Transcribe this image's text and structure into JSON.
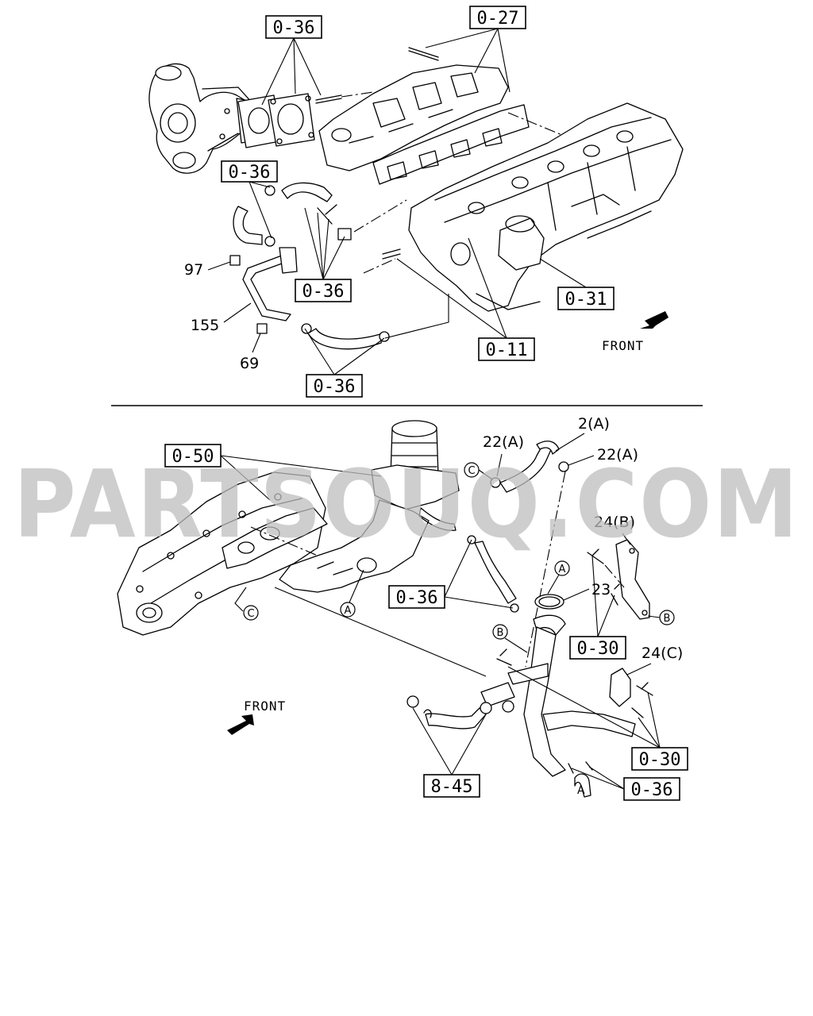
{
  "watermark": "PARTSOUQ.COM",
  "front_label": "FRONT",
  "refs": {
    "r036_a": "0-36",
    "r027": "0-27",
    "r036_b": "0-36",
    "r036_c": "0-36",
    "r031": "0-31",
    "r011": "0-11",
    "r036_d": "0-36",
    "r050": "0-50",
    "r036_e": "0-36",
    "r030_a": "0-30",
    "r030_b": "0-30",
    "r036_f": "0-36",
    "r845": "8-45"
  },
  "callouts": {
    "p97": "97",
    "p155": "155",
    "p69": "69",
    "p2a": "2(A)",
    "p22a_1": "22(A)",
    "p22a_2": "22(A)",
    "p24b": "24(B)",
    "p23": "23",
    "p24c": "24(C)"
  },
  "markers": {
    "a": "A",
    "b": "B",
    "c": "C"
  }
}
